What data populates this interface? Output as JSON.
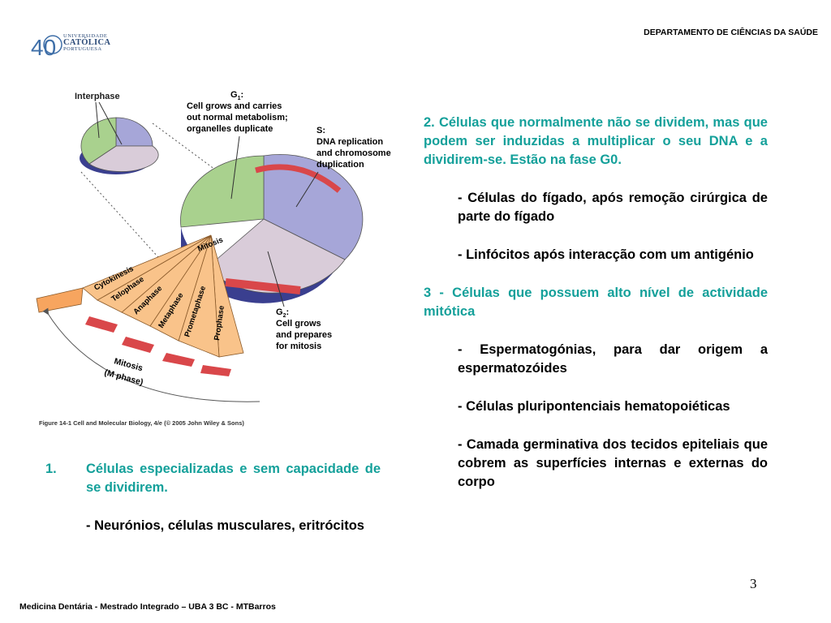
{
  "header": {
    "logo_number": "40",
    "logo_line1": "UNIVERSIDADE",
    "logo_line2": "CATÓLICA",
    "logo_line3": "PORTUGUESA",
    "department": "DEPARTAMENTO DE CIÊNCIAS DA SAÚDE"
  },
  "figure": {
    "interphase": "Interphase",
    "g1_title": "G",
    "g1_sub": "1",
    "g1_lines": [
      "Cell grows and carries",
      "out normal metabolism;",
      "organelles duplicate"
    ],
    "s_title": "S:",
    "s_lines": [
      "DNA replication",
      "and chromosome",
      "duplication"
    ],
    "g2_title": "G",
    "g2_sub": "2",
    "g2_lines": [
      "Cell grows",
      "and prepares",
      "for mitosis"
    ],
    "phases": [
      "Cytokinesis",
      "Telophase",
      "Anaphase",
      "Metaphase",
      "Prometaphase",
      "Prophase"
    ],
    "mitosis_label": "Mitosis",
    "mphase_line1": "Mitosis",
    "mphase_line2": "(M phase)",
    "caption": "Figure 14-1  Cell and Molecular Biology, 4/e (© 2005 John Wiley & Sons)",
    "colors": {
      "g1": "#a9d18e",
      "s": "#a6a6d8",
      "g2": "#d9ccd9",
      "mitosis": "#f9c38a",
      "arrow": "#d9474a"
    }
  },
  "right": {
    "p1": "2. Células que normalmente não se dividem, mas que podem ser induzidas a multiplicar o seu DNA e a dividirem-se. Estão na fase G0.",
    "p2": "- Células do fígado, após remoção cirúrgica de parte do fígado",
    "p3": "- Linfócitos após interacção com um antigénio",
    "p4": "3 - Células que possuem alto nível de actividade mitótica",
    "p5": "- Espermatogónias, para dar origem a espermatozóides",
    "p6": "- Células pluripontenciais hematopoiéticas",
    "p7": "- Camada germinativa dos tecidos epiteliais que cobrem as superfícies internas e externas do corpo"
  },
  "left": {
    "num": "1.",
    "item": "Células especializadas e sem capacidade de se dividirem.",
    "sub": "- Neurónios, células musculares, eritrócitos"
  },
  "page_number": "3",
  "footer": "Medicina Dentária - Mestrado Integrado – UBA 3 BC - MTBarros"
}
